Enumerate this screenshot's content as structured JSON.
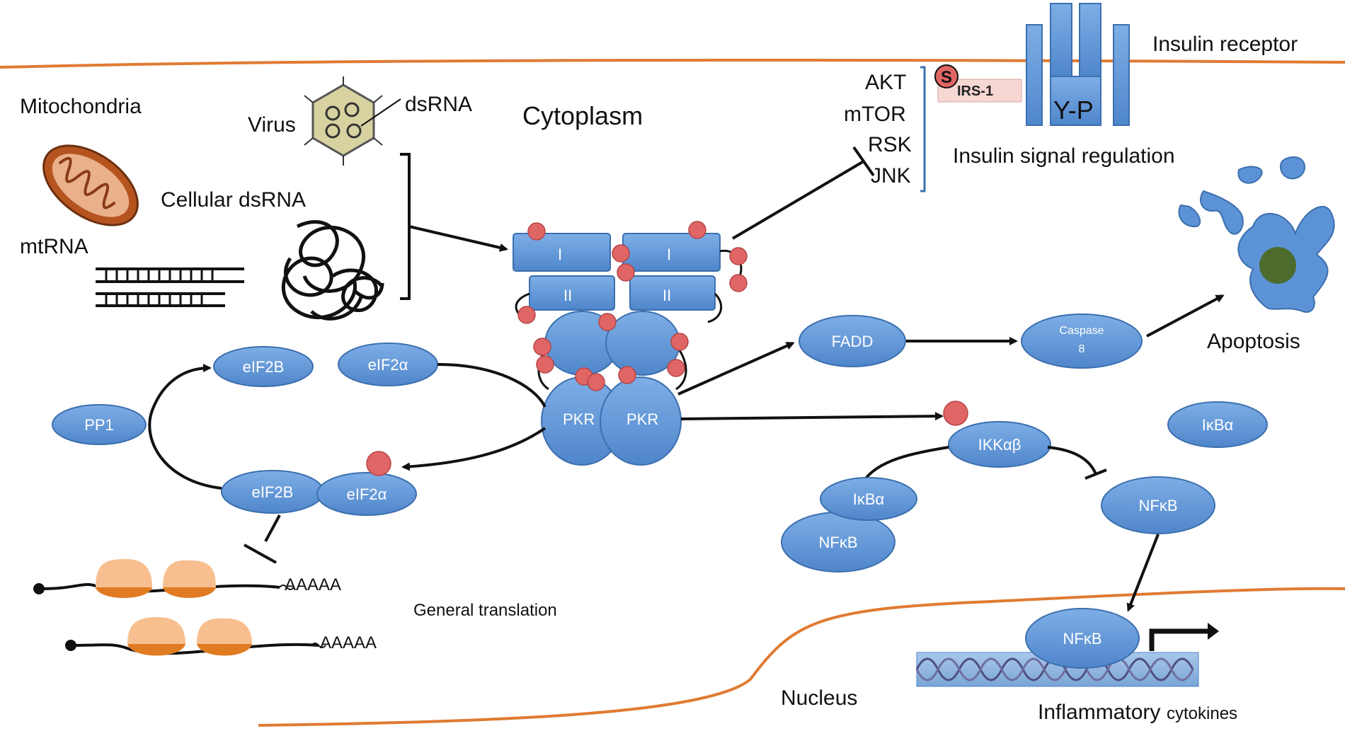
{
  "labels": {
    "insulin_receptor": "Insulin receptor",
    "mitochondria": "Mitochondria",
    "virus": "Virus",
    "dsrna": "dsRNA",
    "cytoplasm": "Cytoplasm",
    "cellular_dsrna": "Cellular dsRNA",
    "mtrna": "mtRNA",
    "insulin_signal_regulation": "Insulin signal regulation",
    "apoptosis": "Apoptosis",
    "general_translation": "General translation",
    "nucleus": "Nucleus",
    "inflammatory": "Inflammatory",
    "cytokines": "cytokines",
    "y_p": "Y-P",
    "irs1": "IRS-1",
    "s_mark": "S",
    "polya_1": "AAAAA",
    "polya_2": "AAAAA"
  },
  "kinases": [
    "AKT",
    "mTOR",
    "RSK",
    "JNK"
  ],
  "domains": {
    "d1a": "I",
    "d1b": "I",
    "d2a": "II",
    "d2b": "II"
  },
  "nodes": {
    "eif2b_top": "eIF2B",
    "eif2a_top": "eIF2α",
    "pp1": "PP1",
    "eif2b_bottom": "eIF2B",
    "eif2a_bottom": "eIF2α",
    "pkr_left": "PKR",
    "pkr_right": "PKR",
    "fadd": "FADD",
    "caspase_line1": "Caspase",
    "caspase_line2": "8",
    "ikkab": "IKKαβ",
    "ikba_free": "IκBα",
    "ikba_complex": "IκBα",
    "nfkb_complex": "NFκB",
    "nfkb_free": "NFκB",
    "nfkb_nucleus": "NFκB"
  },
  "colors": {
    "membrane": "#e07b33",
    "protein_fill": "#5b93d6",
    "protein_stroke": "#3c6fae",
    "phospho": "#e06666",
    "ribosome_light": "#f7bf8f",
    "ribosome_dark": "#e07b22",
    "irs_box": "#f6d7d3",
    "nucleus_dot": "#4e6b2e",
    "dna_backbone": "#6e6e9e"
  }
}
